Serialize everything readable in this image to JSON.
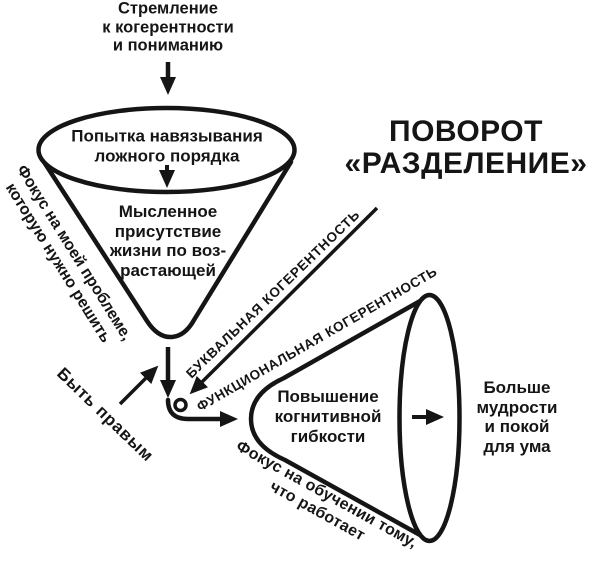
{
  "diagram": {
    "colors": {
      "ink": "#151515",
      "background": "#ffffff"
    },
    "title": {
      "line1": "ПОВОРОТ",
      "line2": "«РАЗДЕЛЕНИЕ»"
    },
    "aspiration": {
      "line1": "Стремление",
      "line2": "к когерентности",
      "line3": "и пониманию"
    },
    "left_funnel": {
      "mouth_line1": "Попытка навязывания",
      "mouth_line2": "ложного порядка",
      "body_line1": "Мысленное",
      "body_line2": "присутствие",
      "body_line3": "жизни по воз-",
      "body_line4": "растающей"
    },
    "problem_focus": {
      "line1": "Фокус на моей проблеме,",
      "line2": "которую нужно решить"
    },
    "be_right": "Быть правым",
    "literal_coherence": "БУКВАЛЬНАЯ КОГЕРЕНТНОСТЬ",
    "functional_coherence": "ФУНКЦИОНАЛЬНАЯ КОГЕРЕНТНОСТЬ",
    "right_funnel": {
      "line1": "Повышение",
      "line2": "когнитивной",
      "line3": "гибкости"
    },
    "outcome": {
      "line1": "Больше",
      "line2": "мудрости",
      "line3": "и покой",
      "line4": "для ума"
    },
    "learning_focus": {
      "line1": "Фокус на обучении тому,",
      "line2": "что работает"
    }
  }
}
